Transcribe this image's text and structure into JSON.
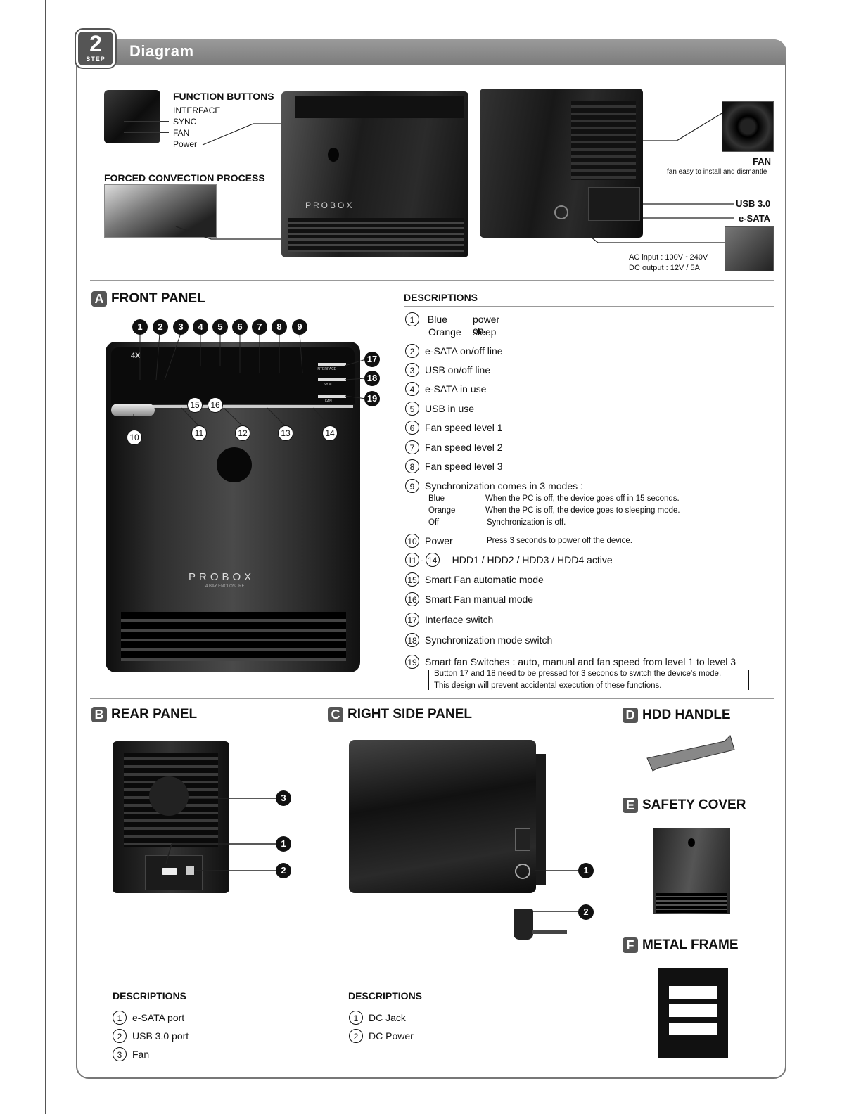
{
  "header": {
    "step_number": "2",
    "step_label": "STEP",
    "title": "Diagram"
  },
  "top": {
    "function_buttons": {
      "title": "FUNCTION BUTTONS",
      "items": [
        "INTERFACE",
        "SYNC",
        "FAN",
        "Power"
      ]
    },
    "forced_convection": {
      "title": "FORCED CONVECTION PROCESS"
    },
    "fan": {
      "title": "FAN",
      "note": "fan easy to install and dismantle"
    },
    "usb30": "USB 3.0",
    "esata": "e-SATA",
    "ac_input": "AC input : 100V ~240V",
    "dc_output": "DC output : 12V / 5A",
    "probox_logo": "PROBOX"
  },
  "front_panel": {
    "letter": "A",
    "title": "FRONT PANEL",
    "top_numbers": [
      "1",
      "2",
      "3",
      "4",
      "5",
      "6",
      "7",
      "8",
      "9"
    ],
    "side_numbers": [
      "17",
      "18",
      "19"
    ],
    "side_button_labels": [
      "INTERFACE",
      "SYNC",
      "FAN"
    ],
    "hdd_numbers": [
      "10",
      "11",
      "12",
      "13",
      "14"
    ],
    "fan_numbers": [
      "15",
      "16"
    ],
    "logo": "PROBOX",
    "logo_sub": "4 BAY ENCLOSURE",
    "badge": "4X"
  },
  "descriptions": {
    "title": "DESCRIPTIONS",
    "d1": {
      "num": "1",
      "a_color": "Blue",
      "a_text": "power on",
      "b_color": "Orange",
      "b_text": "sleep"
    },
    "d2": {
      "num": "2",
      "text": "e-SATA on/off line"
    },
    "d3": {
      "num": "3",
      "text": "USB  on/off line"
    },
    "d4": {
      "num": "4",
      "text": "e-SATA in use"
    },
    "d5": {
      "num": "5",
      "text": "USB in use"
    },
    "d6": {
      "num": "6",
      "text": "Fan speed level 1"
    },
    "d7": {
      "num": "7",
      "text": "Fan speed level 2"
    },
    "d8": {
      "num": "8",
      "text": "Fan speed level 3"
    },
    "d9": {
      "num": "9",
      "text": "Synchronization comes in 3 modes :",
      "modes": [
        {
          "name": "Blue",
          "text": "When the PC is off, the device goes off in 15 seconds."
        },
        {
          "name": "Orange",
          "text": "When the PC is off, the device goes to sleeping mode."
        },
        {
          "name": "Off",
          "text": "Synchronization is off."
        }
      ]
    },
    "d10": {
      "num": "10",
      "text": "Power",
      "note": "Press 3 seconds to power off the device."
    },
    "d11": {
      "num_a": "11",
      "dash": "-",
      "num_b": "14",
      "text": "HDD1 / HDD2 / HDD3 / HDD4 active"
    },
    "d15": {
      "num": "15",
      "text": "Smart Fan automatic mode"
    },
    "d16": {
      "num": "16",
      "text": "Smart Fan manual mode"
    },
    "d17": {
      "num": "17",
      "text": "Interface switch"
    },
    "d18": {
      "num": "18",
      "text": "Synchronization mode switch"
    },
    "d19": {
      "num": "19",
      "text": "Smart fan Switches : auto, manual and fan speed from level 1 to level 3",
      "note1": "Button 17 and 18 need to be pressed for 3 seconds to switch the device's mode.",
      "note2": "This design will prevent accidental execution of these functions."
    }
  },
  "rear_panel": {
    "letter": "B",
    "title": "REAR PANEL",
    "callouts": [
      "3",
      "1",
      "2"
    ],
    "desc_title": "DESCRIPTIONS",
    "items": [
      {
        "num": "1",
        "text": "e-SATA port"
      },
      {
        "num": "2",
        "text": "USB 3.0 port"
      },
      {
        "num": "3",
        "text": "Fan"
      }
    ]
  },
  "right_side_panel": {
    "letter": "C",
    "title": "RIGHT SIDE PANEL",
    "callouts": [
      "1",
      "2"
    ],
    "desc_title": "DESCRIPTIONS",
    "items": [
      {
        "num": "1",
        "text": "DC Jack"
      },
      {
        "num": "2",
        "text": "DC Power"
      }
    ]
  },
  "hdd_handle": {
    "letter": "D",
    "title": "HDD HANDLE"
  },
  "safety_cover": {
    "letter": "E",
    "title": "SAFETY COVER"
  },
  "metal_frame": {
    "letter": "F",
    "title": "METAL FRAME"
  }
}
